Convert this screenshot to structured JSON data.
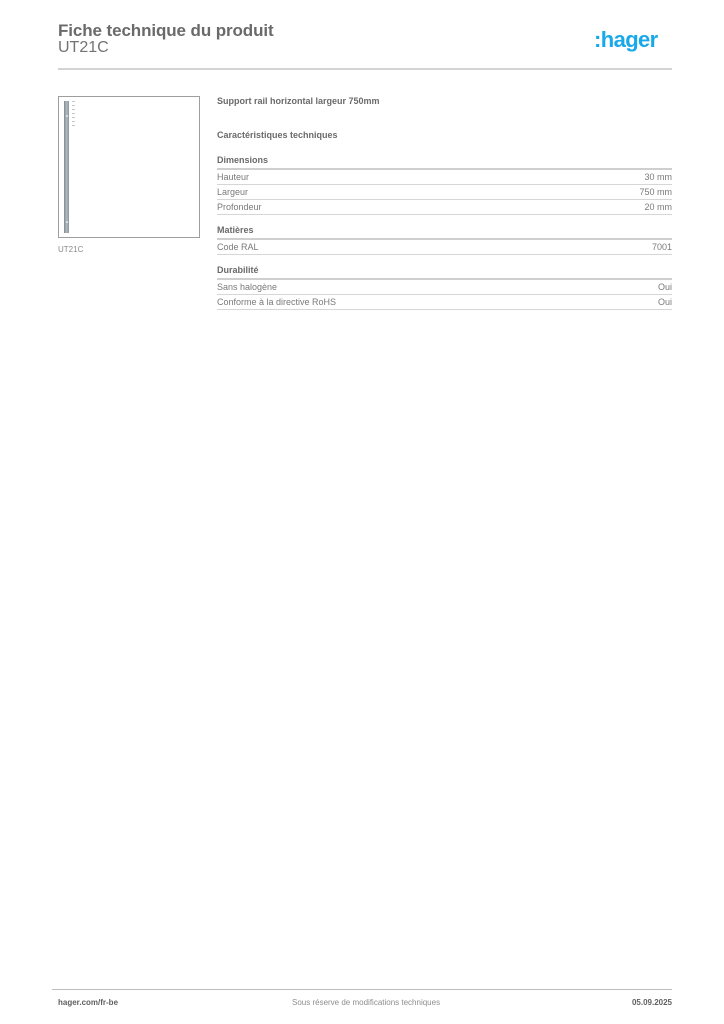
{
  "header": {
    "title": "Fiche technique du produit",
    "product_code": "UT21C",
    "logo_text": ":hager",
    "logo_color": "#1aa9e8"
  },
  "image": {
    "caption": "UT21C"
  },
  "product": {
    "description": "Support rail horizontal largeur 750mm",
    "section_title": "Caractéristiques techniques",
    "groups": [
      {
        "title": "Dimensions",
        "rows": [
          {
            "label": "Hauteur",
            "value": "30 mm"
          },
          {
            "label": "Largeur",
            "value": "750 mm"
          },
          {
            "label": "Profondeur",
            "value": "20 mm"
          }
        ]
      },
      {
        "title": "Matières",
        "rows": [
          {
            "label": "Code RAL",
            "value": "7001"
          }
        ]
      },
      {
        "title": "Durabilité",
        "rows": [
          {
            "label": "Sans halogène",
            "value": "Oui"
          },
          {
            "label": "Conforme à la directive RoHS",
            "value": "Oui"
          }
        ]
      }
    ]
  },
  "footer": {
    "website": "hager.com/fr-be",
    "disclaimer": "Sous réserve de modifications techniques",
    "date": "05.09.2025"
  }
}
